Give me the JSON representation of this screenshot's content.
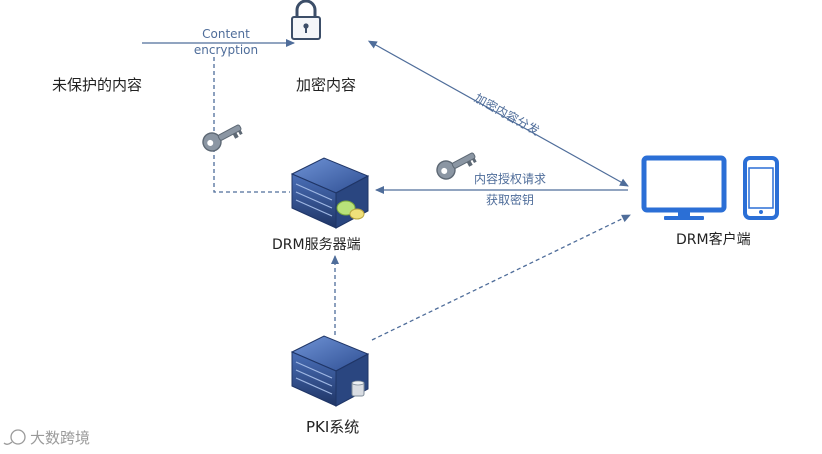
{
  "nodes": {
    "unprotected": "未保护的内容",
    "encrypted": "加密内容",
    "drm_server": "DRM服务器端",
    "drm_client": "DRM客户端",
    "pki": "PKI系统"
  },
  "edges": {
    "content_encryption_line1": "Content",
    "content_encryption_line2": "encryption",
    "distribution": "加密内容分发",
    "license_request_line1": "内容授权请求",
    "license_request_line2": "获取密钥"
  },
  "watermark": "大数跨境",
  "colors": {
    "arrow": "#4f6d9a",
    "server_blue": "#3b5fa5",
    "server_dark": "#1f3566",
    "screen_blue": "#2b6fd6",
    "key_gray": "#7f8c99"
  }
}
